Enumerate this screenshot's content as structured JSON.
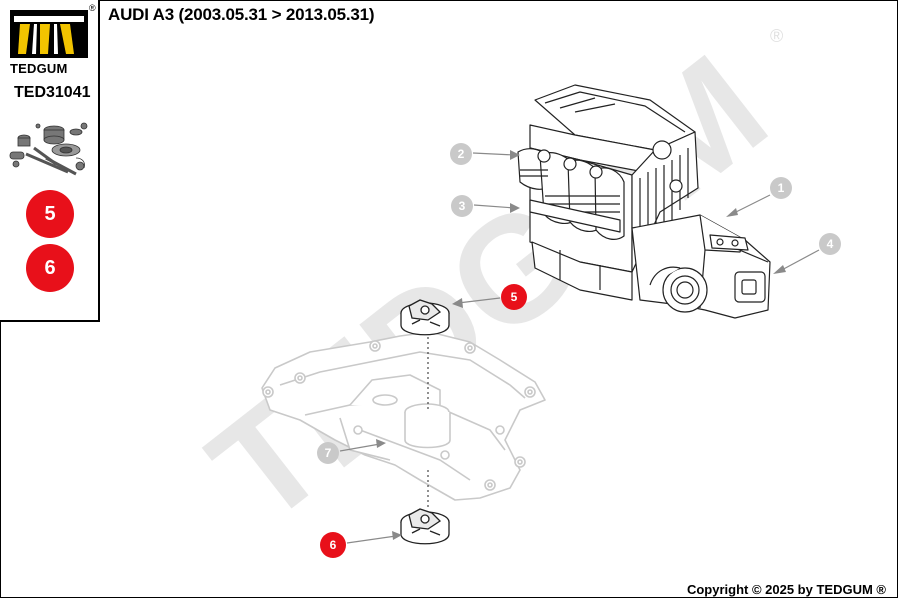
{
  "brand": {
    "name": "TEDGUM",
    "part_number": "TED31041",
    "registered_mark": "®",
    "watermark_text": "TEDGUM"
  },
  "header": {
    "title": "AUDI A3 (2003.05.31 > 2013.05.31)"
  },
  "reference_badges": [
    "5",
    "6"
  ],
  "callouts": {
    "c1": "1",
    "c2": "2",
    "c3": "3",
    "c4": "4",
    "c5": "5",
    "c6": "6",
    "c7": "7"
  },
  "colors": {
    "highlight_red": "#e8101a",
    "muted_gray": "#c9c9c9",
    "line_gray": "#8a8a8a"
  },
  "footer": {
    "copyright": "Copyright © 2025 by TEDGUM ®"
  }
}
